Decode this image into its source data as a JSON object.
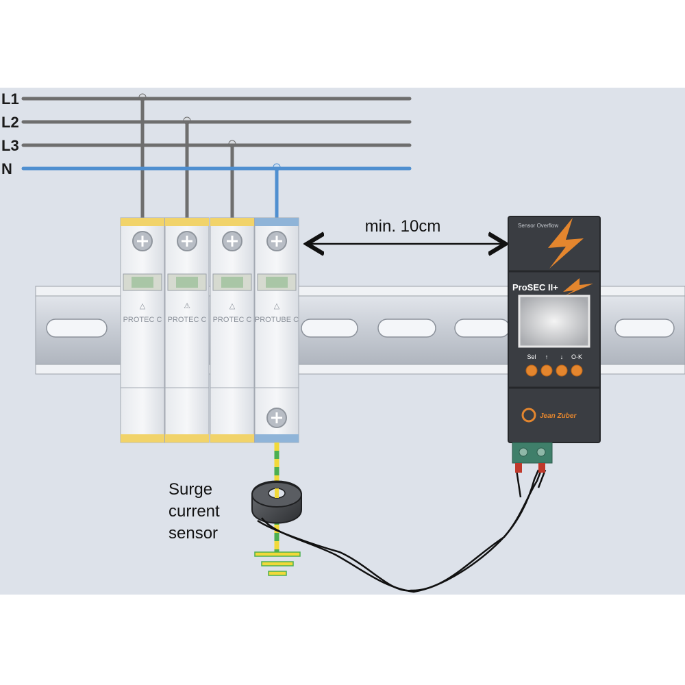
{
  "lines": [
    {
      "label": "L1",
      "color": "#6e6e6e"
    },
    {
      "label": "L2",
      "color": "#6e6e6e"
    },
    {
      "label": "L3",
      "color": "#6e6e6e"
    },
    {
      "label": "N",
      "color": "#4f8fd0"
    }
  ],
  "modules": [
    {
      "label": "PROTEC C",
      "band_color": "#f1d36a"
    },
    {
      "label": "PROTEC C",
      "band_color": "#f1d36a"
    },
    {
      "label": "PROTEC C",
      "band_color": "#f1d36a"
    },
    {
      "label": "PROTUBE C",
      "band_color": "#8fb4d8"
    }
  ],
  "distance_label": "min. 10cm",
  "sensor_label": {
    "line1": "Surge",
    "line2": "current",
    "line3": "sensor"
  },
  "device": {
    "top_label": "Sensor Overflow",
    "title": "ProSEC II+",
    "buttons": [
      "Sel",
      "↑",
      "↓",
      "O-K"
    ],
    "brand": "Jean Zuber",
    "accent": "#e4862e"
  },
  "colors": {
    "panel_bg": "#dde2ea",
    "rail": "#c9ced6",
    "device_body": "#3a3d42"
  }
}
